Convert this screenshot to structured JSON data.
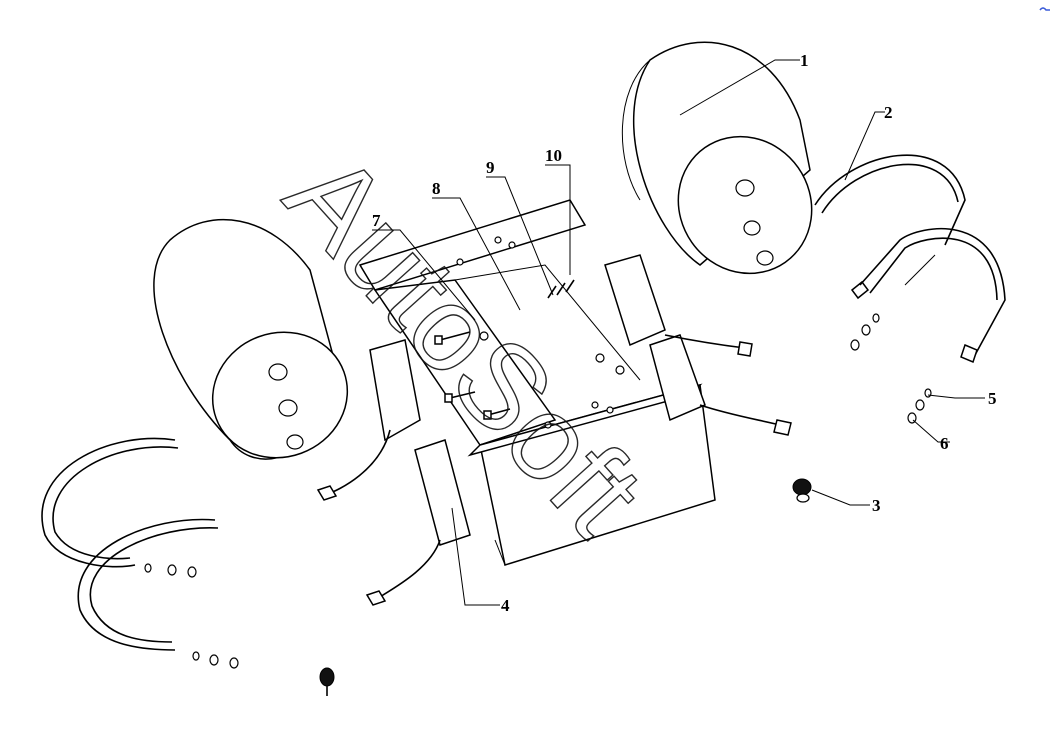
{
  "callouts": [
    {
      "id": "1",
      "label": "1"
    },
    {
      "id": "2",
      "label": "2"
    },
    {
      "id": "3",
      "label": "3"
    },
    {
      "id": "4",
      "label": "4"
    },
    {
      "id": "5",
      "label": "5"
    },
    {
      "id": "6",
      "label": "6"
    },
    {
      "id": "7",
      "label": "7"
    },
    {
      "id": "8",
      "label": "8"
    },
    {
      "id": "9",
      "label": "9"
    },
    {
      "id": "10",
      "label": "10"
    }
  ],
  "watermark": {
    "text": "AutoSoft"
  },
  "colors": {
    "line": "#000000",
    "background": "#ffffff",
    "corner_mark": "#3a5bd9"
  }
}
